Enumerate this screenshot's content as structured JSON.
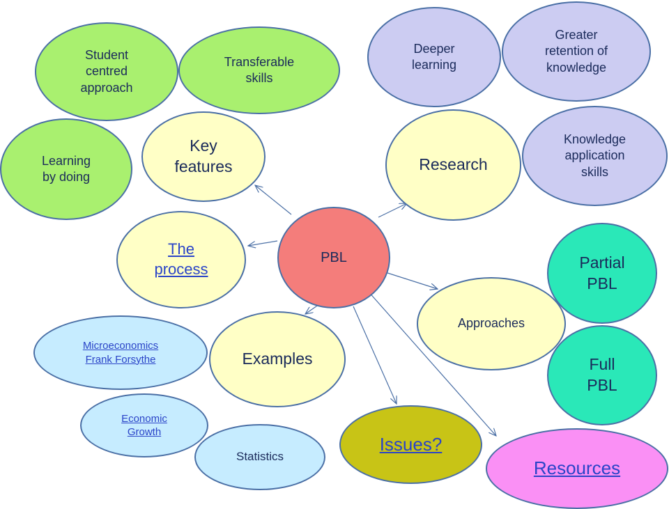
{
  "diagram": {
    "center": {
      "label": "PBL"
    },
    "key_features": {
      "label": "Key\nfeatures"
    },
    "student_centred": {
      "label": "Student\ncentred\napproach"
    },
    "transferable": {
      "label": "Transferable\nskills"
    },
    "learning_by_doing": {
      "label": "Learning\nby doing"
    },
    "the_process": {
      "label": "The\nprocess"
    },
    "research": {
      "label": "Research"
    },
    "deeper_learning": {
      "label": "Deeper\nlearning"
    },
    "greater_retention": {
      "label": "Greater\nretention of\nknowledge"
    },
    "knowledge_application": {
      "label": "Knowledge\napplication\nskills"
    },
    "approaches": {
      "label": "Approaches"
    },
    "partial_pbl": {
      "label": "Partial\nPBL"
    },
    "full_pbl": {
      "label": "Full\nPBL"
    },
    "examples": {
      "label": "Examples"
    },
    "microeconomics": {
      "label": "Microeconomics\nFrank Forsythe"
    },
    "economic_growth": {
      "label": "Economic\nGrowth"
    },
    "statistics": {
      "label": "Statistics"
    },
    "issues": {
      "label": "Issues?"
    },
    "resources": {
      "label": "Resources"
    },
    "arrow_color": "#4a6fa5"
  }
}
